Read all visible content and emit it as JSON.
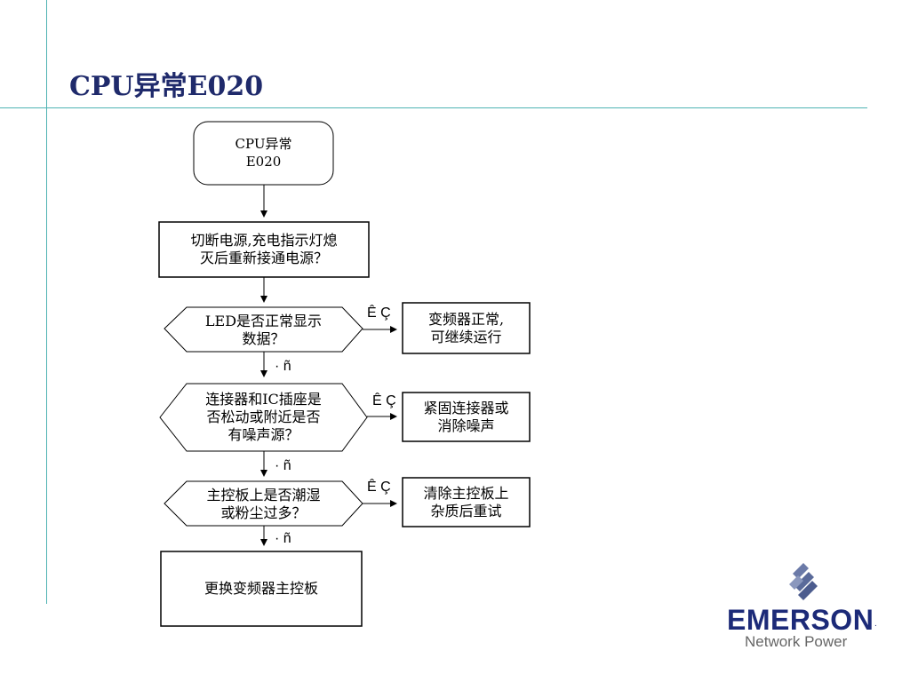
{
  "slide": {
    "title": "CPU异常E020"
  },
  "flowchart": {
    "start": {
      "line1": "CPU异常",
      "line2": "E020"
    },
    "step1": {
      "line1": "切断电源,充电指示灯熄",
      "line2": "灭后重新接通电源？"
    },
    "decision1": {
      "line1": "LED是否正常显示",
      "line2": "数据？",
      "yes_label": "Ê Ç",
      "no_label": "· ñ"
    },
    "result1": {
      "line1": "变频器正常,",
      "line2": "可继续运行"
    },
    "decision2": {
      "line1": "连接器和IC插座是",
      "line2": "否松动或附近是否",
      "line3": "有噪声源？",
      "yes_label": "Ê Ç",
      "no_label": "· ñ"
    },
    "result2": {
      "line1": "紧固连接器或",
      "line2": "消除噪声"
    },
    "decision3": {
      "line1": "主控板上是否潮湿",
      "line2": "或粉尘过多？",
      "yes_label": "Ê Ç",
      "no_label": "· ñ"
    },
    "result3": {
      "line1": "清除主控板上",
      "line2": "杂质后重试"
    },
    "end": {
      "line1": "更换变频器主控板"
    }
  },
  "logo": {
    "brand": "EMERSON",
    "tm": ".",
    "subtitle": "Network Power",
    "colors": {
      "brand": "#1c2a78",
      "sub": "#666666",
      "stripes": "#6b7aa8"
    }
  },
  "colors": {
    "title": "#1f2a6b",
    "rule": "#4fb3b3"
  }
}
